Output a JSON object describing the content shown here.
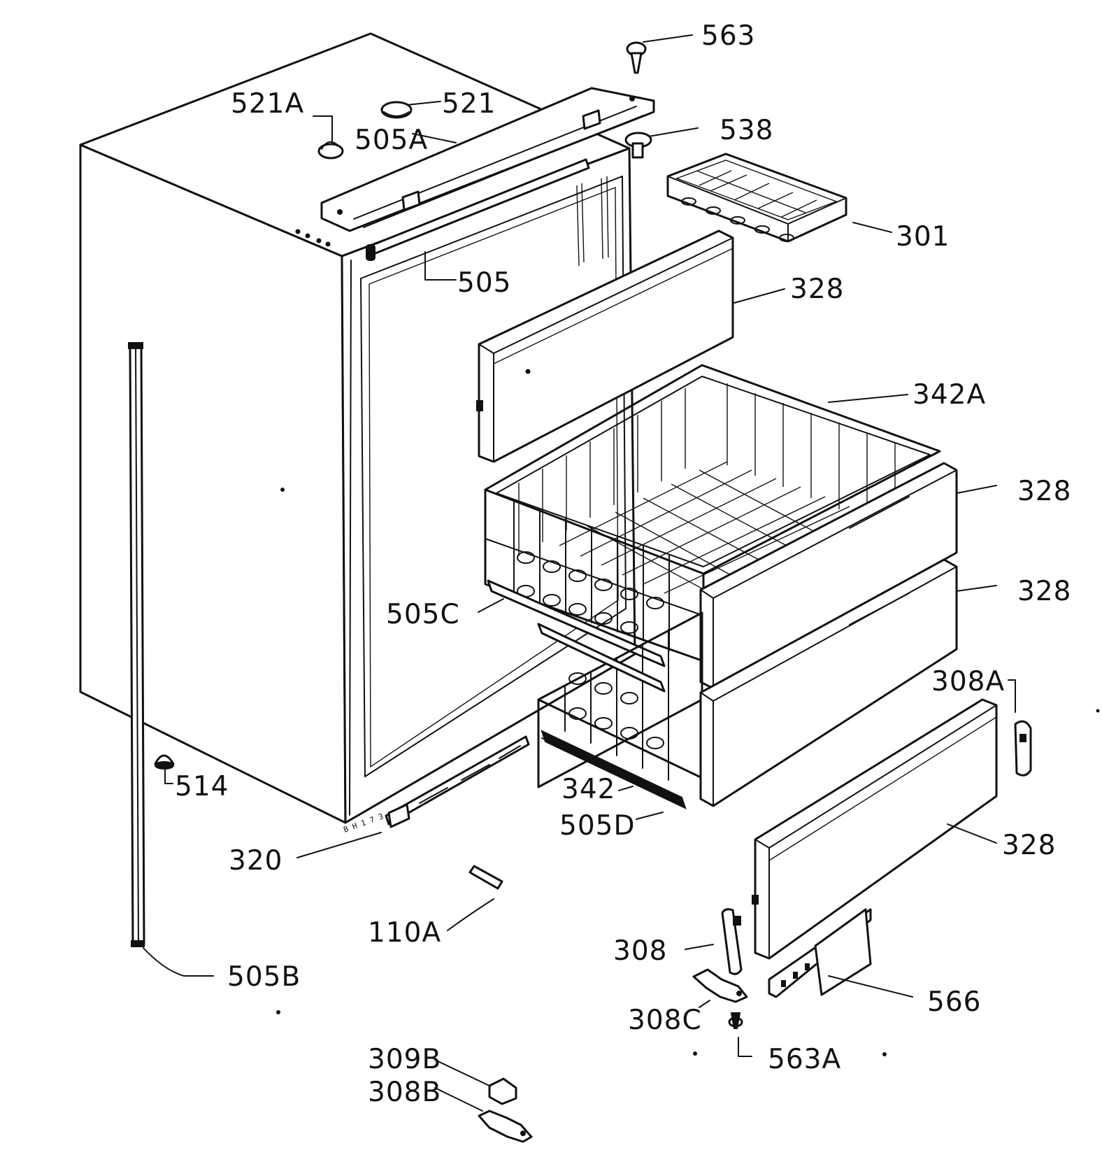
{
  "diagram": {
    "stamp": "B H 1 7 3",
    "labels": {
      "p563": "563",
      "p521A": "521A",
      "p521": "521",
      "p538": "538",
      "p505A": "505A",
      "p301": "301",
      "p505": "505",
      "p328_a": "328",
      "p342A": "342A",
      "p328_b": "328",
      "p328_c": "328",
      "p505C": "505C",
      "p308A": "308A",
      "p514": "514",
      "p342": "342",
      "p505D": "505D",
      "p328_d": "328",
      "p320": "320",
      "p110A": "110A",
      "p308": "308",
      "p505B": "505B",
      "p566": "566",
      "p308C": "308C",
      "p563A": "563A",
      "p309B": "309B",
      "p308B": "308B"
    }
  }
}
